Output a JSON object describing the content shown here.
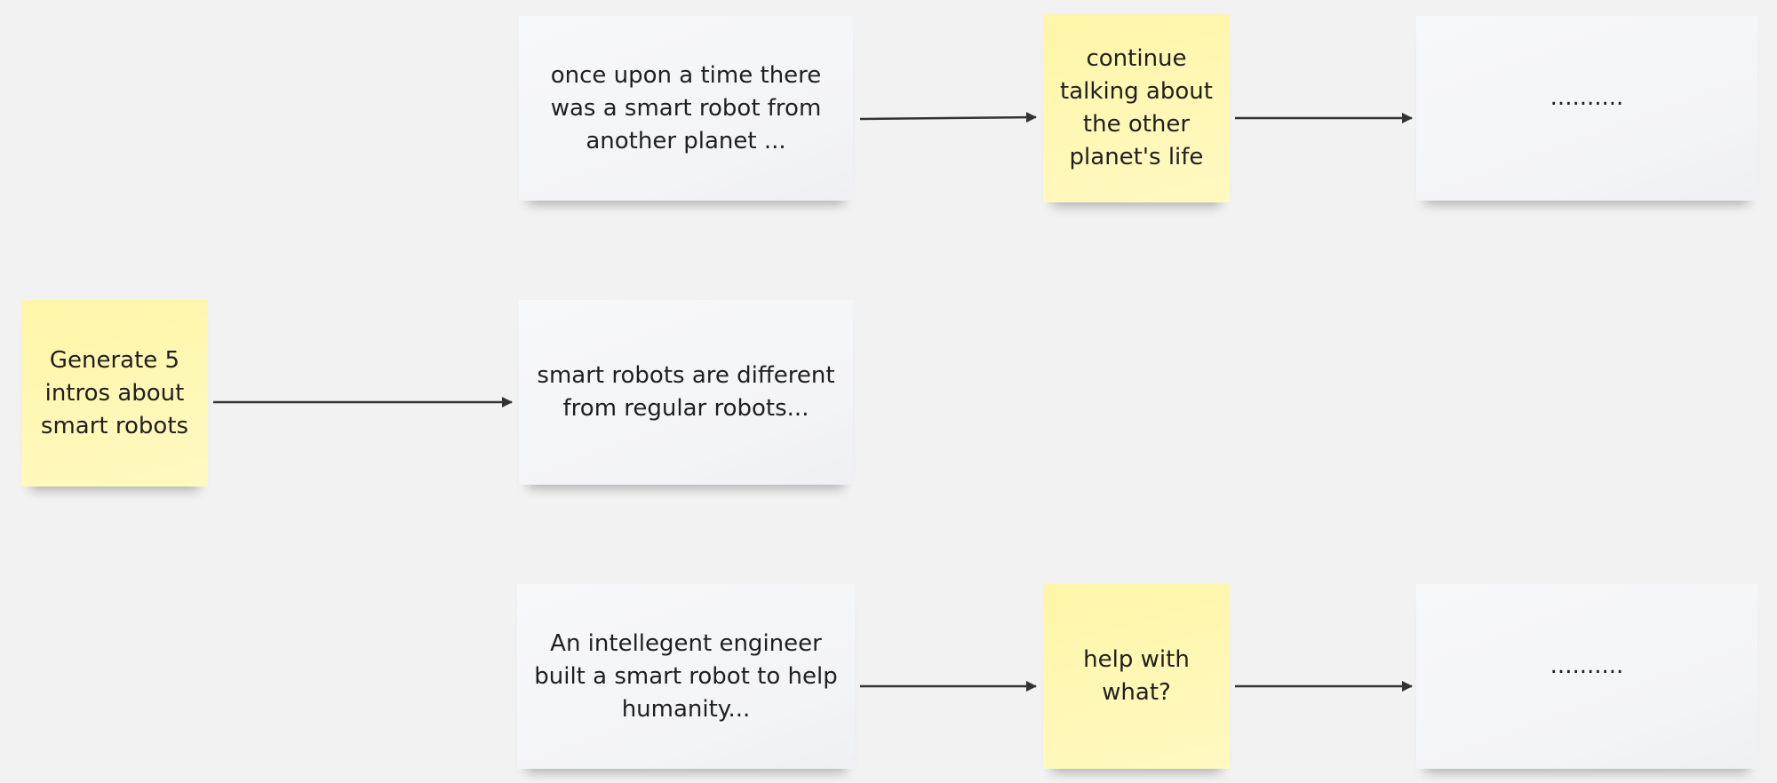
{
  "notes": {
    "prompt": "Generate 5\nintros about\nsmart robots",
    "intro_1": "once upon a time there\nwas a smart robot from\nanother planet ...",
    "intro_2": "smart robots are different\nfrom regular robots...",
    "intro_3": "An intellegent engineer\nbuilt a smart robot to help\nhumanity...",
    "followup_1": "continue\ntalking about\nthe other\nplanet's life",
    "followup_3": "help with\nwhat?",
    "result_1": "..........",
    "result_3": ".........."
  },
  "colors": {
    "sticky_yellow": "#fff7b4",
    "card_white": "#f4f5f8",
    "connector": "#333333",
    "board": "#f2f2f2"
  }
}
